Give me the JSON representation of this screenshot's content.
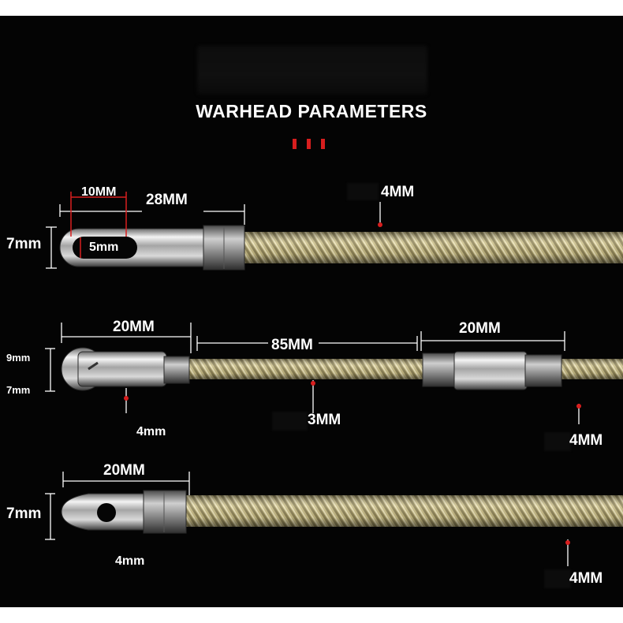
{
  "title": "WARHEAD PARAMETERS",
  "colors": {
    "background": "#040404",
    "accent": "#d81e1e",
    "rope": "#c9bd86",
    "steel": "#d8d8d8"
  },
  "head1": {
    "width_total": "28MM",
    "slot_length": "10MM",
    "slot_width": "5mm",
    "height": "7mm",
    "rope_dia": "4MM"
  },
  "head2": {
    "width_head": "20MM",
    "span": "85MM",
    "width_coupler": "20MM",
    "height_top": "9mm",
    "height_bottom": "7mm",
    "pin_dia": "4mm",
    "rope_dia_mid": "3MM",
    "rope_dia_right": "4MM"
  },
  "head3": {
    "width_head": "20MM",
    "height": "7mm",
    "hole_dia": "4mm",
    "rope_dia": "4MM"
  }
}
